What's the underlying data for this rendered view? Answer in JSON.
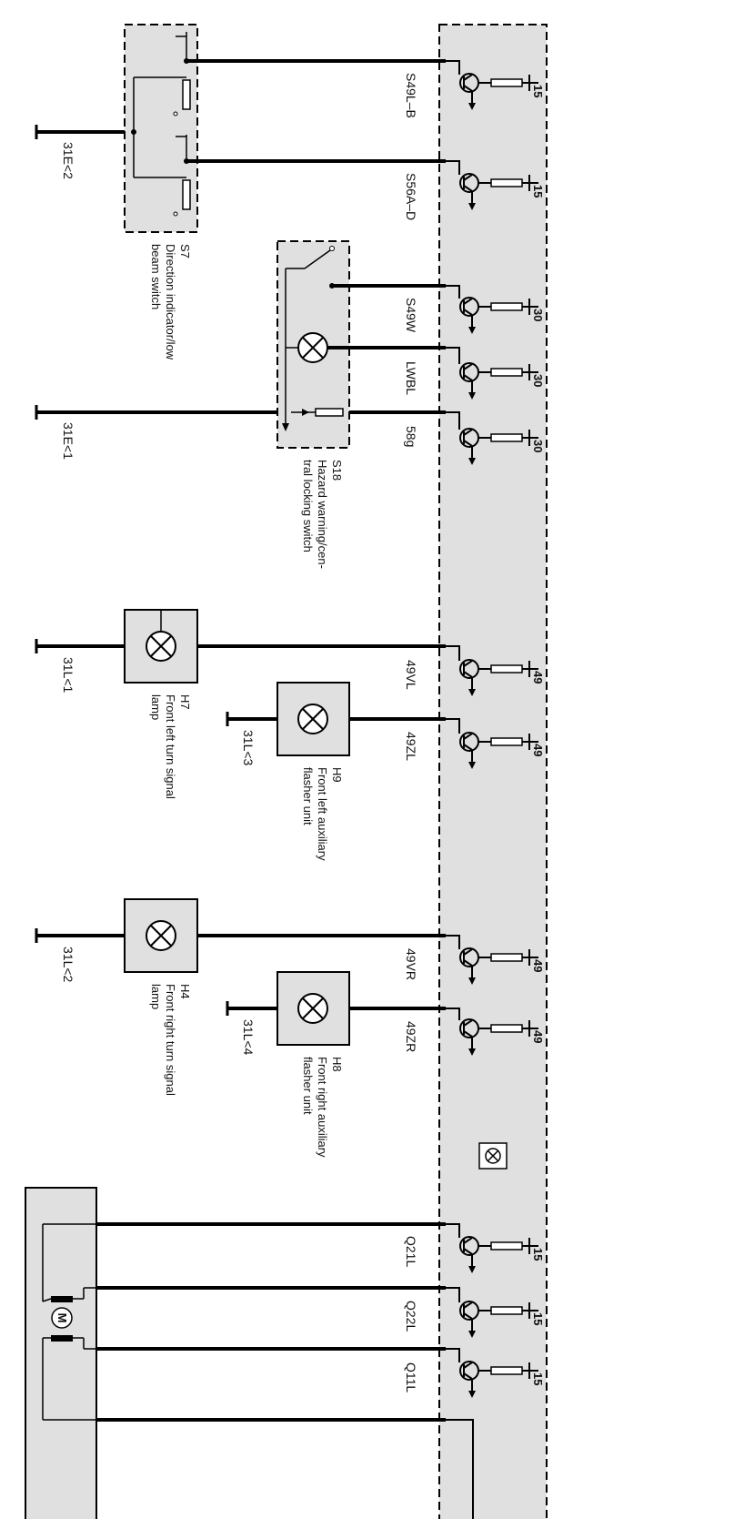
{
  "colors": {
    "module_fill": "#e0e0e0",
    "wire": "#000000",
    "background": "#ffffff"
  },
  "components": {
    "s7": {
      "id": "S7",
      "desc1": "Direction indicator/low",
      "desc2": "beam  switch"
    },
    "s18": {
      "id": "S18",
      "desc1": "Hazard warning/cen-",
      "desc2": "tral locking switch"
    },
    "h7": {
      "id": "H7",
      "desc1": "Front left turn signal",
      "desc2": "lamp"
    },
    "h9": {
      "id": "H9",
      "desc1": "Front left auxiliary",
      "desc2": "flasher unit"
    },
    "h4": {
      "id": "H4",
      "desc1": "Front right turn signal",
      "desc2": "lamp"
    },
    "h8": {
      "id": "H8",
      "desc1": "Front right auxiliary",
      "desc2": "flasher unit"
    }
  },
  "grounds": {
    "g1": "31E<2",
    "g2": "31E<1",
    "g3": "31L<1",
    "g4": "31L<3",
    "g5": "31L<2",
    "g6": "31L<4"
  },
  "channels": [
    {
      "signal": "S49L–B",
      "pin": "15"
    },
    {
      "signal": "S56A–D",
      "pin": "15"
    },
    {
      "signal": "S49W",
      "pin": "30"
    },
    {
      "signal": "LWBL",
      "pin": "30"
    },
    {
      "signal": "58g",
      "pin": "30"
    },
    {
      "signal": "49VL",
      "pin": "49"
    },
    {
      "signal": "49ZL",
      "pin": "49"
    },
    {
      "signal": "49VR",
      "pin": "49"
    },
    {
      "signal": "49ZR",
      "pin": "49"
    },
    {
      "signal": "Q21L",
      "pin": "15"
    },
    {
      "signal": "Q22L",
      "pin": "15"
    },
    {
      "signal": "Q11L",
      "pin": "15"
    }
  ],
  "motor": {
    "symbol": "M"
  }
}
